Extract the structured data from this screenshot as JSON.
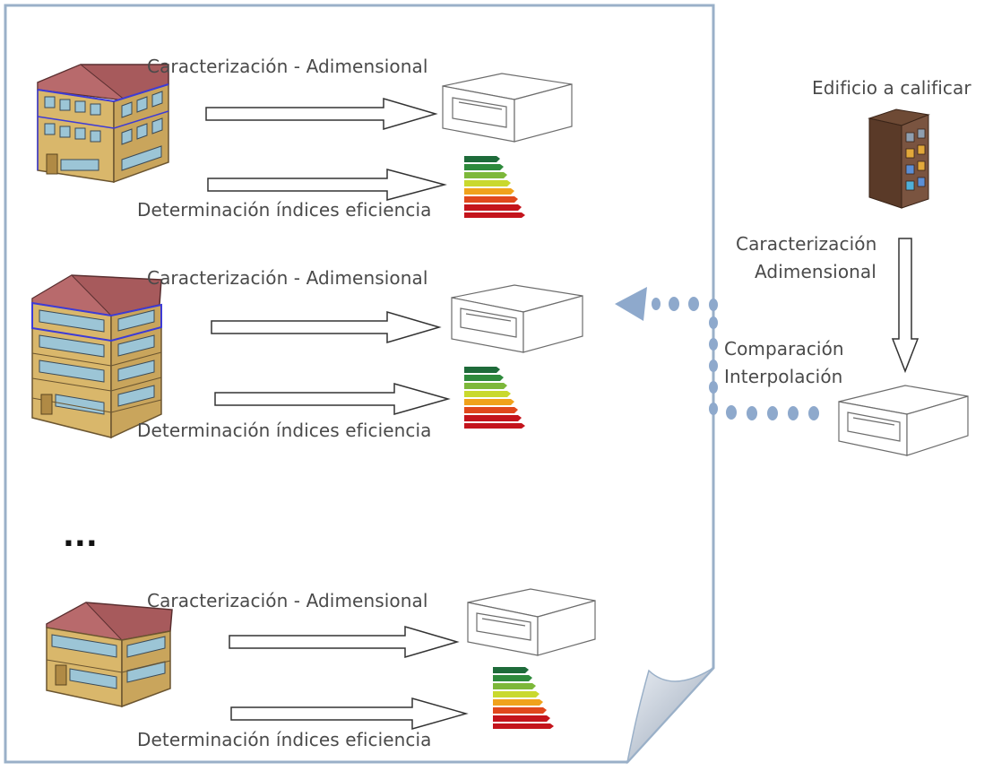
{
  "rows": [
    {
      "characterization_label": "Caracterización - Adimensional",
      "efficiency_label": "Determinación índices eficiencia",
      "building": "four-storey-building"
    },
    {
      "characterization_label": "Caracterización - Adimensional",
      "efficiency_label": "Determinación índices eficiencia",
      "building": "five-storey-building"
    },
    {
      "characterization_label": "Caracterización - Adimensional",
      "efficiency_label": "Determinación índices eficiencia",
      "building": "two-storey-building"
    }
  ],
  "ellipsis": "...",
  "right_panel": {
    "title": "Edificio a calificar",
    "characterization_line1": "Caracterización",
    "characterization_line2": "Adimensional",
    "comparison_line1": "Comparación",
    "comparison_line2": "Interpolación"
  },
  "colors": {
    "roof": "#a75a5c",
    "wall": "#d9b76b",
    "window": "#9cc5d6",
    "highlight": "#3d3bd6",
    "page_border": "#9ab0c8",
    "dots": "#8ea9cc",
    "label_bars": [
      "#1e6b3a",
      "#2e8a3c",
      "#7db83a",
      "#c9d92e",
      "#f0a21c",
      "#e0481c",
      "#c4141c"
    ]
  }
}
